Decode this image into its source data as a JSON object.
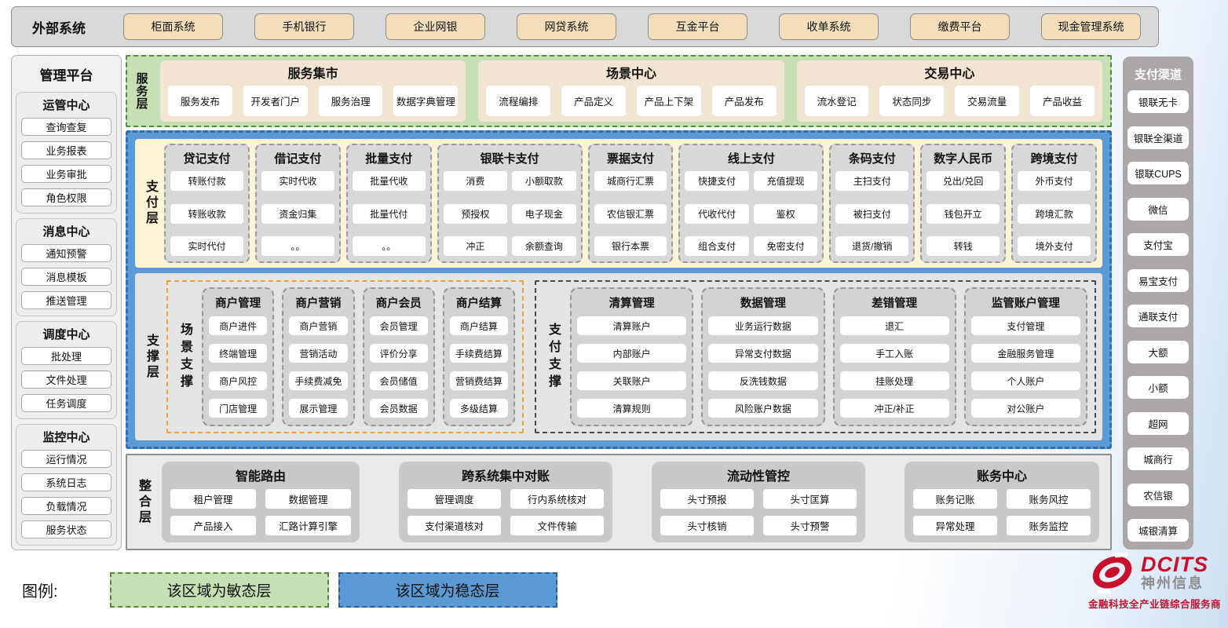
{
  "external_systems": {
    "label": "外部系统",
    "items": [
      "柜面系统",
      "手机银行",
      "企业网银",
      "网贷系统",
      "互金平台",
      "收单系统",
      "缴费平台",
      "现金管理系统"
    ]
  },
  "management_platform": {
    "title": "管理平台",
    "groups": [
      {
        "title": "运管中心",
        "items": [
          "查询查复",
          "业务报表",
          "业务审批",
          "角色权限"
        ]
      },
      {
        "title": "消息中心",
        "items": [
          "通知预警",
          "消息模板",
          "推送管理"
        ]
      },
      {
        "title": "调度中心",
        "items": [
          "批处理",
          "文件处理",
          "任务调度"
        ]
      },
      {
        "title": "监控中心",
        "items": [
          "运行情况",
          "系统日志",
          "负载情况",
          "服务状态"
        ]
      }
    ]
  },
  "service_layer": {
    "label": "服务层",
    "groups": [
      {
        "title": "服务集市",
        "items": [
          "服务发布",
          "开发者门户",
          "服务治理",
          "数据字典管理"
        ]
      },
      {
        "title": "场景中心",
        "items": [
          "流程编排",
          "产品定义",
          "产品上下架",
          "产品发布"
        ]
      },
      {
        "title": "交易中心",
        "items": [
          "流水登记",
          "状态同步",
          "交易流量",
          "产品收益"
        ]
      }
    ]
  },
  "payment_layer": {
    "label": "支付层",
    "columns": [
      {
        "title": "贷记支付",
        "rows": [
          [
            "转账付款"
          ],
          [
            "转账收款"
          ],
          [
            "实时代付"
          ]
        ]
      },
      {
        "title": "借记支付",
        "rows": [
          [
            "实时代收"
          ],
          [
            "资金归集"
          ],
          [
            "。。"
          ]
        ]
      },
      {
        "title": "批量支付",
        "rows": [
          [
            "批量代收"
          ],
          [
            "批量代付"
          ],
          [
            "。。"
          ]
        ]
      },
      {
        "title": "银联卡支付",
        "rows": [
          [
            "消费",
            "小额取款"
          ],
          [
            "预授权",
            "电子现金"
          ],
          [
            "冲正",
            "余额查询"
          ]
        ]
      },
      {
        "title": "票据支付",
        "rows": [
          [
            "城商行汇票"
          ],
          [
            "农信银汇票"
          ],
          [
            "银行本票"
          ]
        ]
      },
      {
        "title": "线上支付",
        "rows": [
          [
            "快捷支付",
            "充值提现"
          ],
          [
            "代收代付",
            "鉴权"
          ],
          [
            "组合支付",
            "免密支付"
          ]
        ]
      },
      {
        "title": "条码支付",
        "rows": [
          [
            "主扫支付"
          ],
          [
            "被扫支付"
          ],
          [
            "退货/撤销"
          ]
        ]
      },
      {
        "title": "数字人民币",
        "rows": [
          [
            "兑出/兑回"
          ],
          [
            "钱包开立"
          ],
          [
            "转钱"
          ]
        ]
      },
      {
        "title": "跨境支付",
        "rows": [
          [
            "外币支付"
          ],
          [
            "跨境汇款"
          ],
          [
            "境外支付"
          ]
        ]
      }
    ]
  },
  "support_layer": {
    "label": "支撑层",
    "groups": [
      {
        "label": "场景支撑",
        "accent": "orange",
        "columns": [
          {
            "title": "商户管理",
            "items": [
              "商户进件",
              "终端管理",
              "商户风控",
              "门店管理"
            ]
          },
          {
            "title": "商户营销",
            "items": [
              "商户营销",
              "营销活动",
              "手续费减免",
              "展示管理"
            ]
          },
          {
            "title": "商户会员",
            "items": [
              "会员管理",
              "评价分享",
              "会员储值",
              "会员数据"
            ]
          },
          {
            "title": "商户结算",
            "items": [
              "商户结算",
              "手续费结算",
              "营销费结算",
              "多级结算"
            ]
          }
        ]
      },
      {
        "label": "支付支撑",
        "accent": "dark",
        "columns": [
          {
            "title": "清算管理",
            "items": [
              "清算账户",
              "内部账户",
              "关联账户",
              "清算规则"
            ]
          },
          {
            "title": "数据管理",
            "items": [
              "业务运行数据",
              "异常支付数据",
              "反洗钱数据",
              "风险账户数据"
            ]
          },
          {
            "title": "差错管理",
            "items": [
              "退汇",
              "手工入账",
              "挂账处理",
              "冲正/补正"
            ]
          },
          {
            "title": "监管账户管理",
            "items": [
              "支付管理",
              "金融服务管理",
              "个人账户",
              "对公账户"
            ]
          }
        ]
      }
    ]
  },
  "integration_layer": {
    "label": "整合层",
    "groups": [
      {
        "title": "智能路由",
        "items": [
          "租户管理",
          "数据管理",
          "产品接入",
          "汇路计算引擎"
        ]
      },
      {
        "title": "跨系统集中对账",
        "items": [
          "管理调度",
          "行内系统核对",
          "支付渠道核对",
          "文件传输"
        ]
      },
      {
        "title": "流动性管控",
        "items": [
          "头寸预报",
          "头寸匡算",
          "头寸核销",
          "头寸预警"
        ]
      },
      {
        "title": "账务中心",
        "items": [
          "账务记账",
          "账务风控",
          "异常处理",
          "账务监控"
        ]
      }
    ]
  },
  "payment_channels": {
    "title": "支付渠道",
    "items": [
      "银联无卡",
      "银联全渠道",
      "银联CUPS",
      "微信",
      "支付宝",
      "易宝支付",
      "通联支付",
      "大额",
      "小额",
      "超网",
      "城商行",
      "农信银",
      "城银清算"
    ]
  },
  "legend": {
    "label": "图例:",
    "items": [
      {
        "text": "该区域为敏态层",
        "color": "#c6e0b4",
        "border": "#55883f"
      },
      {
        "text": "该区域为稳态层",
        "color": "#5b9bd5",
        "border": "#2d5d9f"
      }
    ]
  },
  "logo": {
    "brand": "DCITS",
    "company": "神州信息",
    "tagline": "金融科技全产业链综合服务商",
    "brand_color": "#c8102e"
  }
}
